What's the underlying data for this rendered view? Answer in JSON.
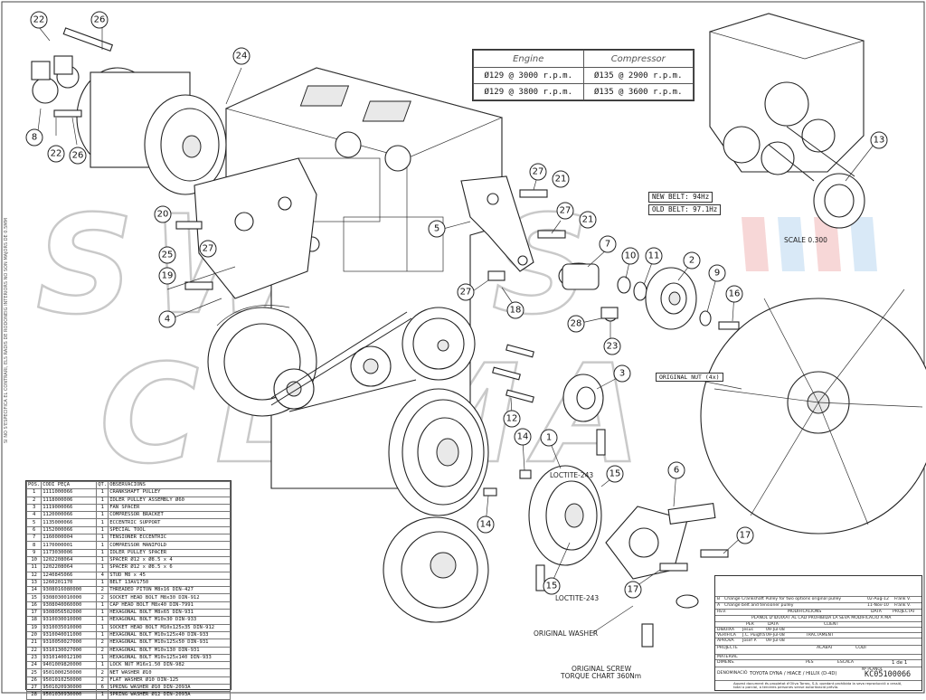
{
  "speed_table": {
    "headers": [
      "Engine",
      "Compressor"
    ],
    "rows": [
      [
        "Ø129 @ 3000 r.p.m.",
        "Ø135 @ 2900 r.p.m."
      ],
      [
        "Ø129 @ 3800 r.p.m.",
        "Ø135 @ 3600 r.p.m."
      ]
    ]
  },
  "labels": {
    "new_belt": "NEW BELT: 94Hz",
    "old_belt": "OLD BELT: 97.1Hz",
    "scale": "SCALE 0.300",
    "original_nut": "ORIGINAL NUT (4x)",
    "loctite_a": "LOCTITE-243",
    "loctite_b": "LOCTITE-243",
    "original_washer": "ORIGINAL WASHER",
    "original_screw": "ORIGINAL SCREW",
    "torque": "TORQUE CHART 360Nm"
  },
  "watermark": [
    "SWISS",
    "CLIMA"
  ],
  "side_note": "SI NO S'ESPECIFICA EL CONTRARI, ELS RADIS DE RODONEIG INTERIORS NO SON MAJORS DE 0.5MM",
  "callouts": [
    "22",
    "26",
    "8",
    "22",
    "26",
    "24",
    "20",
    "27",
    "25",
    "19",
    "4",
    "27",
    "21",
    "27",
    "21",
    "5",
    "7",
    "10",
    "11",
    "2",
    "9",
    "16",
    "27",
    "18",
    "28",
    "23",
    "3",
    "12",
    "1",
    "14",
    "15",
    "14",
    "15",
    "6",
    "17",
    "17",
    "13"
  ],
  "bom": {
    "headers": [
      "POS.",
      "CODI PEÇA",
      "QT.",
      "OBSERVACIONS"
    ],
    "rows": [
      [
        "1",
        "1111000066",
        "1",
        "CRANKSHAFT PULLEY"
      ],
      [
        "2",
        "1118000006",
        "1",
        "IDLER PULLEY ASSEMBLY Ø60"
      ],
      [
        "3",
        "1119000066",
        "1",
        "FAN SPACER"
      ],
      [
        "4",
        "1120000066",
        "1",
        "COMPRESSOR BRACKET"
      ],
      [
        "5",
        "1135000066",
        "1",
        "ECCENTRIC SUPPORT"
      ],
      [
        "6",
        "1152000066",
        "1",
        "SPECIAL TOOL"
      ],
      [
        "7",
        "1160000004",
        "1",
        "TENSIONER ECCENTRIC"
      ],
      [
        "8",
        "1170000001",
        "1",
        "COMPRESSOR MANIFOLD"
      ],
      [
        "9",
        "1173030006",
        "1",
        "IDLER PULLEY SPACER"
      ],
      [
        "10",
        "1202208064",
        "1",
        "SPACER Ø12 x Ø8.5 x 4"
      ],
      [
        "11",
        "1202208064",
        "1",
        "SPACER Ø12 x Ø8.5 x 6"
      ],
      [
        "12",
        "1240845066",
        "4",
        "STUD M8 x 45"
      ],
      [
        "13",
        "1260201170",
        "1",
        "BELT 13AV1750"
      ],
      [
        "14",
        "9308016080000",
        "2",
        "THREADED PITON M8x16 DIN-427"
      ],
      [
        "15",
        "9308030010000",
        "2",
        "SOCKET HEAD BOLT M8x30 DIN-912"
      ],
      [
        "16",
        "9308040060000",
        "1",
        "CAP HEAD BOLT M8x40 DIN-7991"
      ],
      [
        "17",
        "9308056502000",
        "1",
        "HEXAGONAL BOLT M8x65 DIN-931"
      ],
      [
        "18",
        "9310030010000",
        "1",
        "HEXAGONAL BOLT M10x30 DIN-933"
      ],
      [
        "19",
        "9310035010000",
        "1",
        "SOCKET HEAD BOLT M10x125x35 DIN-912"
      ],
      [
        "20",
        "9310040011000",
        "1",
        "HEXAGONAL BOLT M10x125x40 DIN-933"
      ],
      [
        "21",
        "9310050027000",
        "2",
        "HEXAGONAL BOLT M10x125x50 DIN-931"
      ],
      [
        "22",
        "9310130027000",
        "2",
        "HEXAGONAL BOLT M10x130 DIN-931"
      ],
      [
        "23",
        "9310140012100",
        "1",
        "HEXAGONAL BOLT M10x125x140 DIN-933"
      ],
      [
        "24",
        "9401009820000",
        "1",
        "LOCK NUT M16x1.50 DIN-982"
      ],
      [
        "25",
        "9501000250000",
        "2",
        "NET WASHER Ø10"
      ],
      [
        "26",
        "9501010250000",
        "2",
        "FLAT WASHER Ø10 DIN-125"
      ],
      [
        "27",
        "9501020930000",
        "6",
        "SPRING WASHER Ø10 DIN-2093A"
      ],
      [
        "28",
        "9501030930000",
        "1",
        "SPRING WASHER Ø12 DIN-2093A"
      ]
    ]
  },
  "title_block": {
    "rev_b": "B",
    "rev_b_text": "Change Crankshaft Pulley for two options original pulley",
    "rev_b_date": "02-Aug-12",
    "rev_b_by": "Frank V.",
    "rev_a": "A",
    "rev_a_text": "Change belt and tensioner pulley",
    "rev_a_date": "11-Nov-10",
    "rev_a_by": "Frank V.",
    "rev_h": "REV.",
    "rev_h2": "MODIFICACIONS",
    "rev_h3": "DATA",
    "rev_h4": "PROJECTAT",
    "warning": "PLÀNOL D'IDUIXAT AL CAD PROHIBIDA LA SEVA MODIFICACIÓ A MÀ",
    "per": "PER",
    "data": "DATA",
    "client": "CLIENT",
    "dibuixa": "DIBUIXA",
    "dibuixa_by": "Jesus",
    "dibuixa_date": "09-Jul-08",
    "verifica": "VERIFICA",
    "verifica_by": "J.C. Puigfrá",
    "verifica_date": "09-Jul-08",
    "aprova": "APROVA",
    "aprova_by": "Josef P.",
    "aprova_date": "09-Jul-08",
    "tractament": "TRACTAMENT",
    "projecte": "PROJECTE",
    "acabat": "ACABAT",
    "material": "MATERIAL",
    "dimens": "DIMENS.",
    "pes": "PES",
    "escala": "ESCALA",
    "full": "1 de 1",
    "num_planol": "Nº PLÀNOL",
    "denominacio": "DENOMINACIÓ",
    "denominacio_val": "TOYOTA DYNA / HIACE / HILUX (D-4D)",
    "drawing_no": "KC05100066",
    "codi": "CODI",
    "footer": "Aquest document és propietat d'Oliva Torras, S.A. quedant prohibida la seva reproducció o cessió, total o parcial, a terceres persones sense autorització prèvia."
  }
}
